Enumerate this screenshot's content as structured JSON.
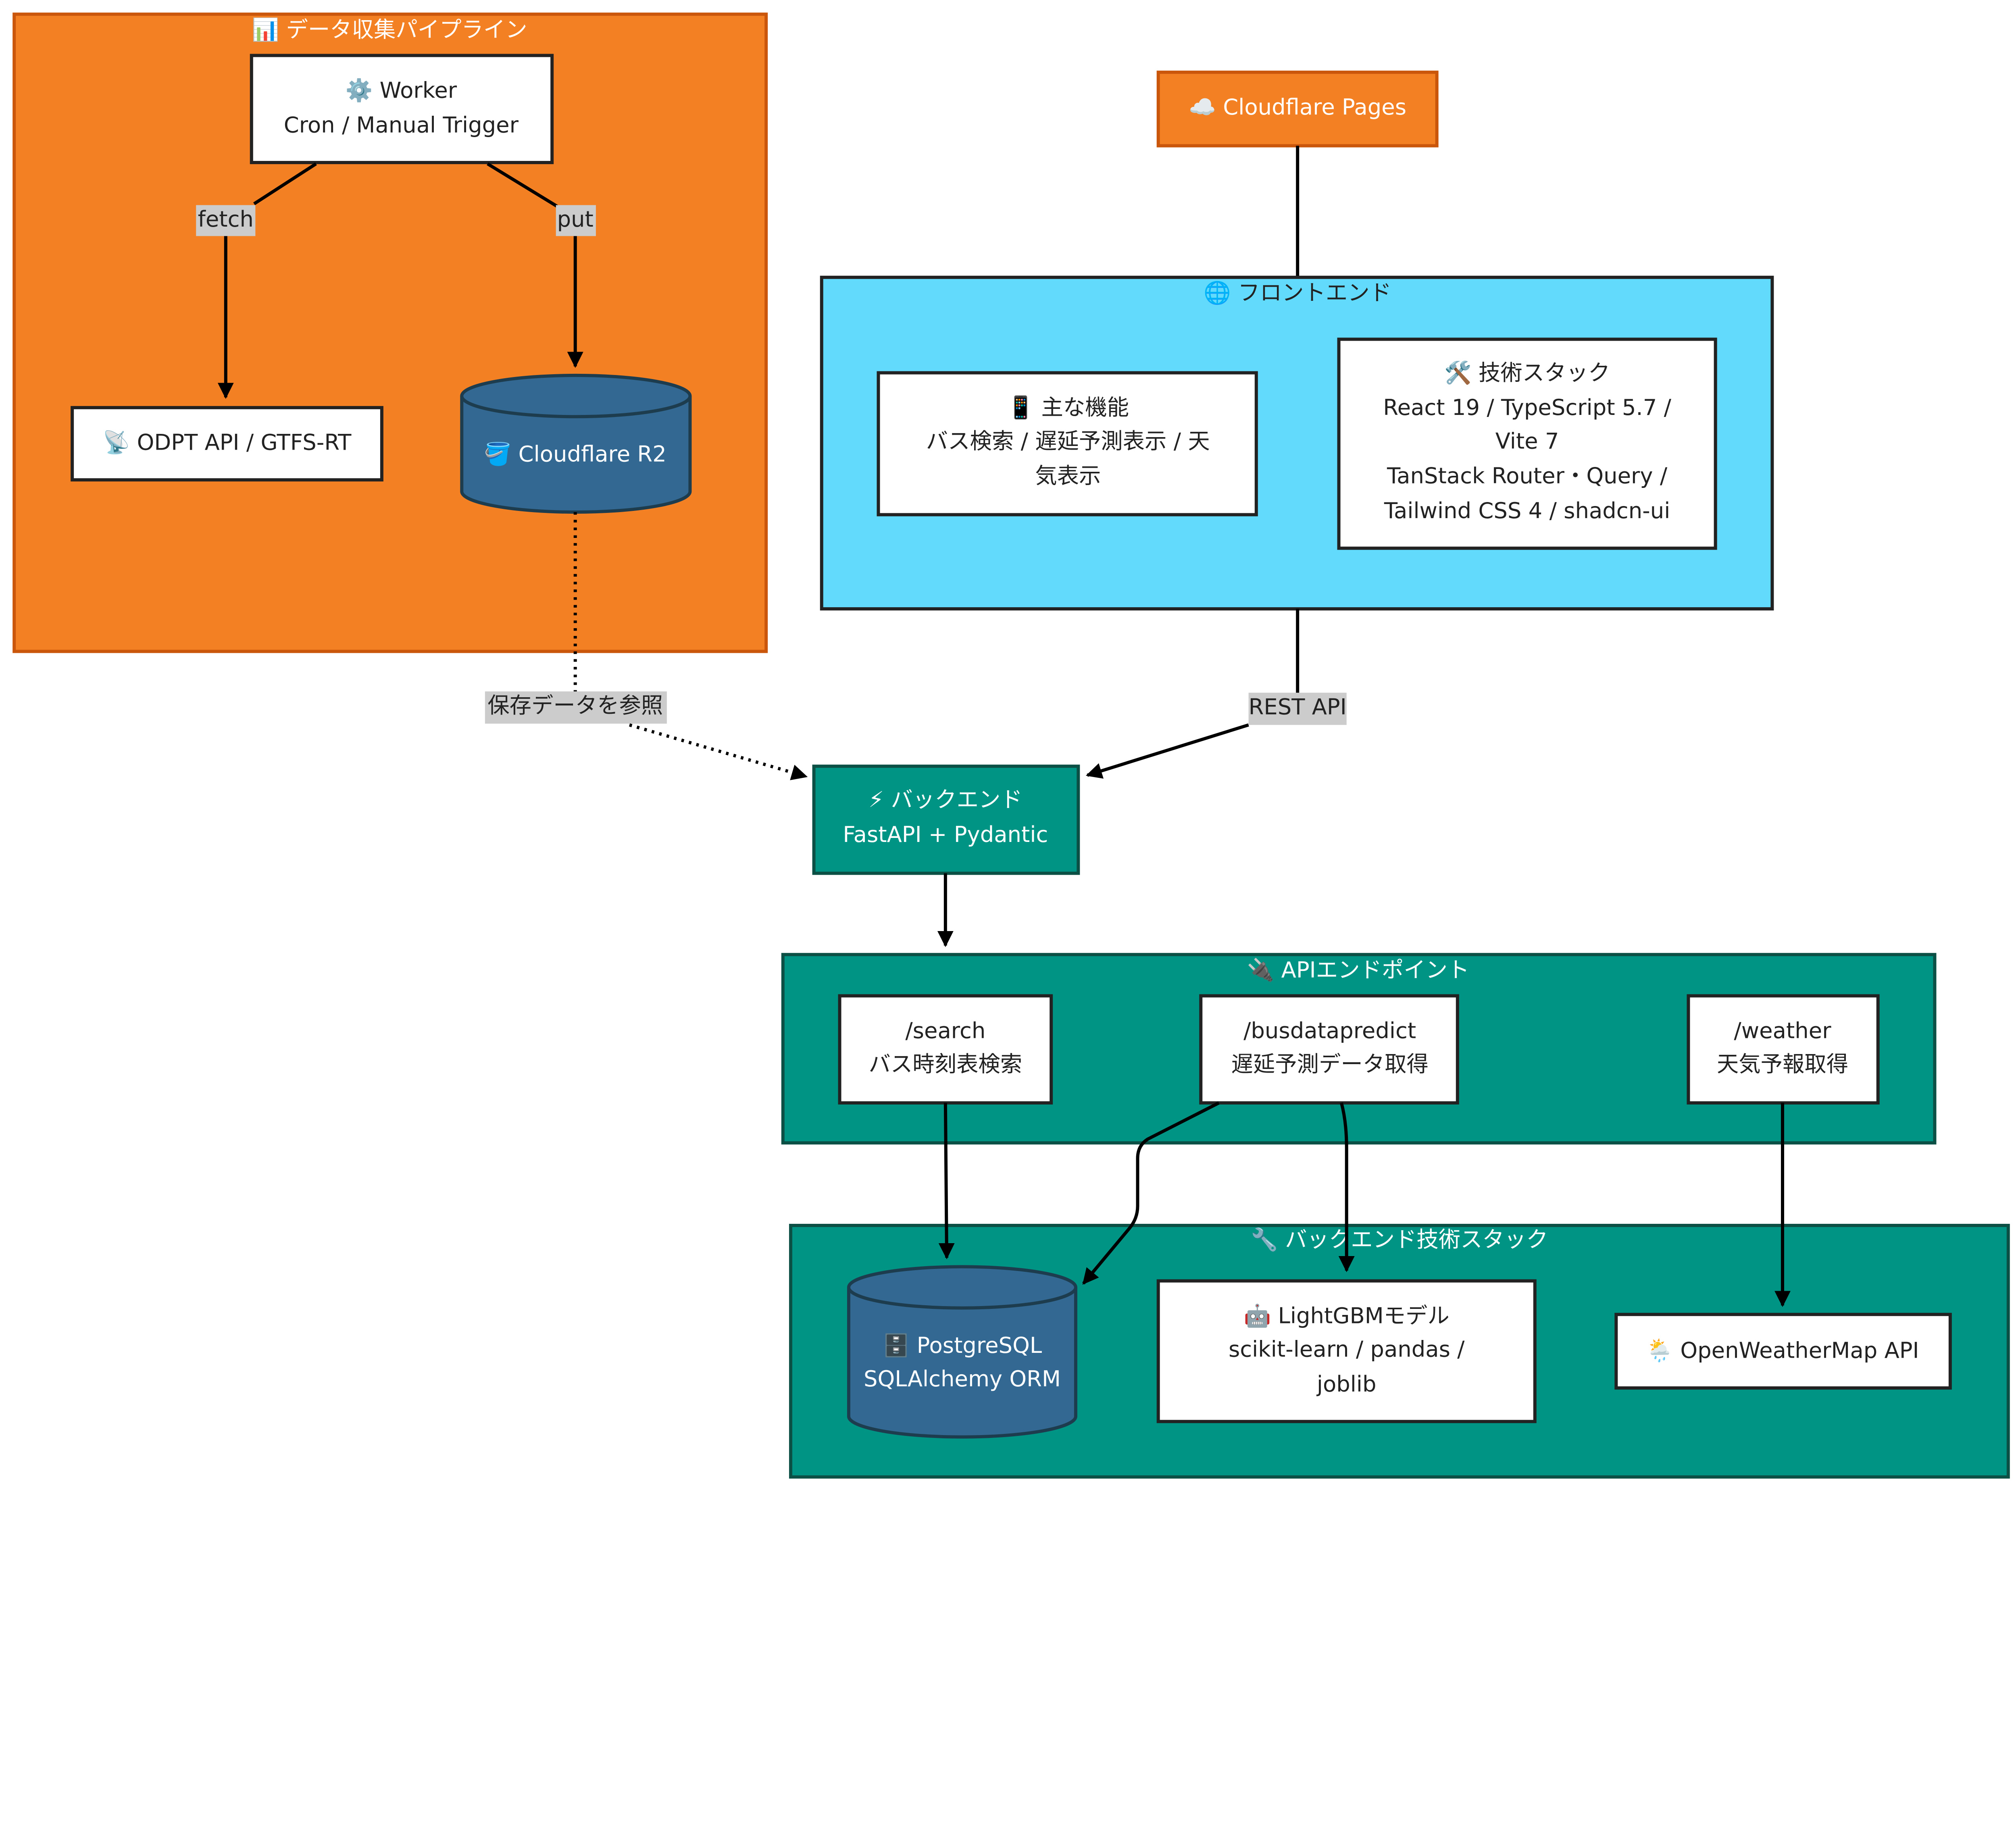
{
  "colors": {
    "pipeline": "#F38124",
    "frontend": "#61DAFB",
    "backend": "#009485",
    "cylinder": "#326891",
    "label_bg": "#CCCCCC"
  },
  "pipeline": {
    "title": "📊 データ収集パイプライン",
    "worker": {
      "line1": "⚙️ Worker",
      "line2": "Cron / Manual Trigger"
    },
    "odpt": "📡 ODPT API / GTFS-RT",
    "r2": "🪣 Cloudflare R2",
    "edge_fetch": "fetch",
    "edge_put": "put"
  },
  "pages": "☁️ Cloudflare Pages",
  "frontend": {
    "title": "🌐 フロントエンド",
    "features": [
      "📱 主な機能",
      "バス検索 / 遅延予測表示 / 天",
      "気表示"
    ],
    "stack": [
      "🛠️ 技術スタック",
      "React 19 / TypeScript 5.7 /",
      "Vite 7",
      "TanStack Router・Query /",
      "Tailwind CSS 4 / shadcn-ui"
    ]
  },
  "edges": {
    "stored": "保存データを参照",
    "rest": "REST API"
  },
  "backend": {
    "line1": "⚡ バックエンド",
    "line2": "FastAPI + Pydantic"
  },
  "endpoints": {
    "title": "🔌 APIエンドポイント",
    "items": [
      {
        "path": "/search",
        "desc": "バス時刻表検索"
      },
      {
        "path": "/busdatapredict",
        "desc": "遅延予測データ取得"
      },
      {
        "path": "/weather",
        "desc": "天気予報取得"
      }
    ]
  },
  "tech": {
    "title": "🔧 バックエンド技術スタック",
    "postgres": [
      "🗄️ PostgreSQL",
      "SQLAlchemy ORM"
    ],
    "lightgbm": [
      "🤖 LightGBMモデル",
      "scikit-learn / pandas /",
      "joblib"
    ],
    "owm": "🌦️ OpenWeatherMap API"
  }
}
